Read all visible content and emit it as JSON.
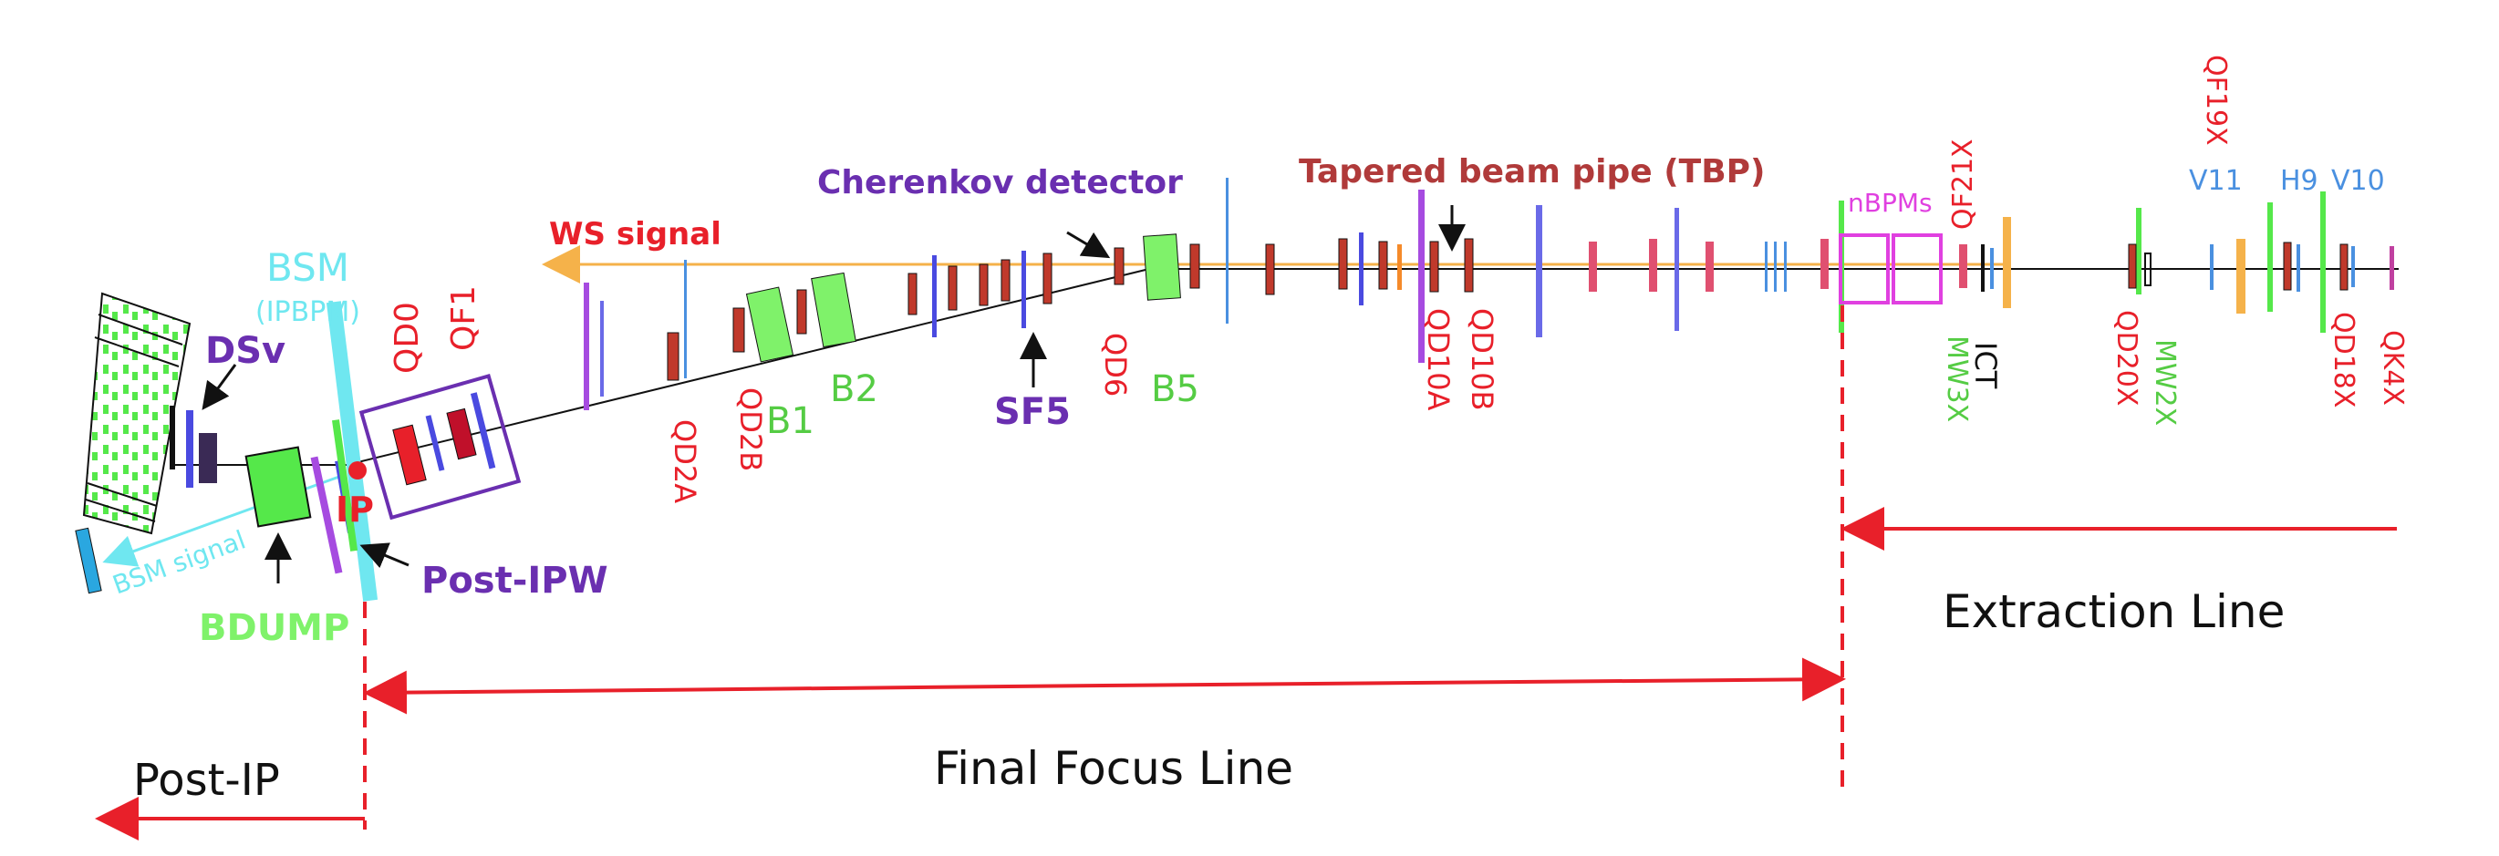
{
  "labels": {
    "bsm": "BSM",
    "ipbpm": "(IPBPM)",
    "dsv": "DSv",
    "qd0": "QD0",
    "qf1": "QF1",
    "ip": "IP",
    "bsm_signal": "BSM signal",
    "bdump": "BDUMP",
    "post_ipw": "Post-IPW",
    "ws_signal": "WS signal",
    "qd2a": "QD2A",
    "qd2b": "QD2B",
    "b1": "B1",
    "b2": "B2",
    "cherenkov": "Cherenkov detector",
    "sf5": "SF5",
    "qd6": "QD6",
    "b5": "B5",
    "tbp": "Tapered beam pipe (TBP)",
    "qd10a": "QD10A",
    "qd10b": "QD10B",
    "nbpms": "nBPMs",
    "qf21x": "QF21X",
    "mw3x": "MW3X",
    "ict": "ICT",
    "qd20x": "QD20X",
    "mw2x": "MW2X",
    "v11": "V11",
    "h9": "H9",
    "v10": "V10",
    "qf19x": "QF19X",
    "qd18x": "QD18X",
    "qk4x": "QK4X"
  },
  "sections": {
    "post_ip": "Post-IP",
    "final_focus": "Final Focus Line",
    "extraction": "Extraction Line"
  },
  "colors": {
    "red": "#e8202a",
    "green": "#55e84a",
    "light_green": "#7ff26a",
    "cyan": "#6fe7f0",
    "purple": "#6a2fb0",
    "violet": "#a64be0",
    "blue": "#4a4ae0",
    "orange_line": "#f5b24a",
    "magenta": "#e040e0",
    "brick": "#c0392b"
  }
}
